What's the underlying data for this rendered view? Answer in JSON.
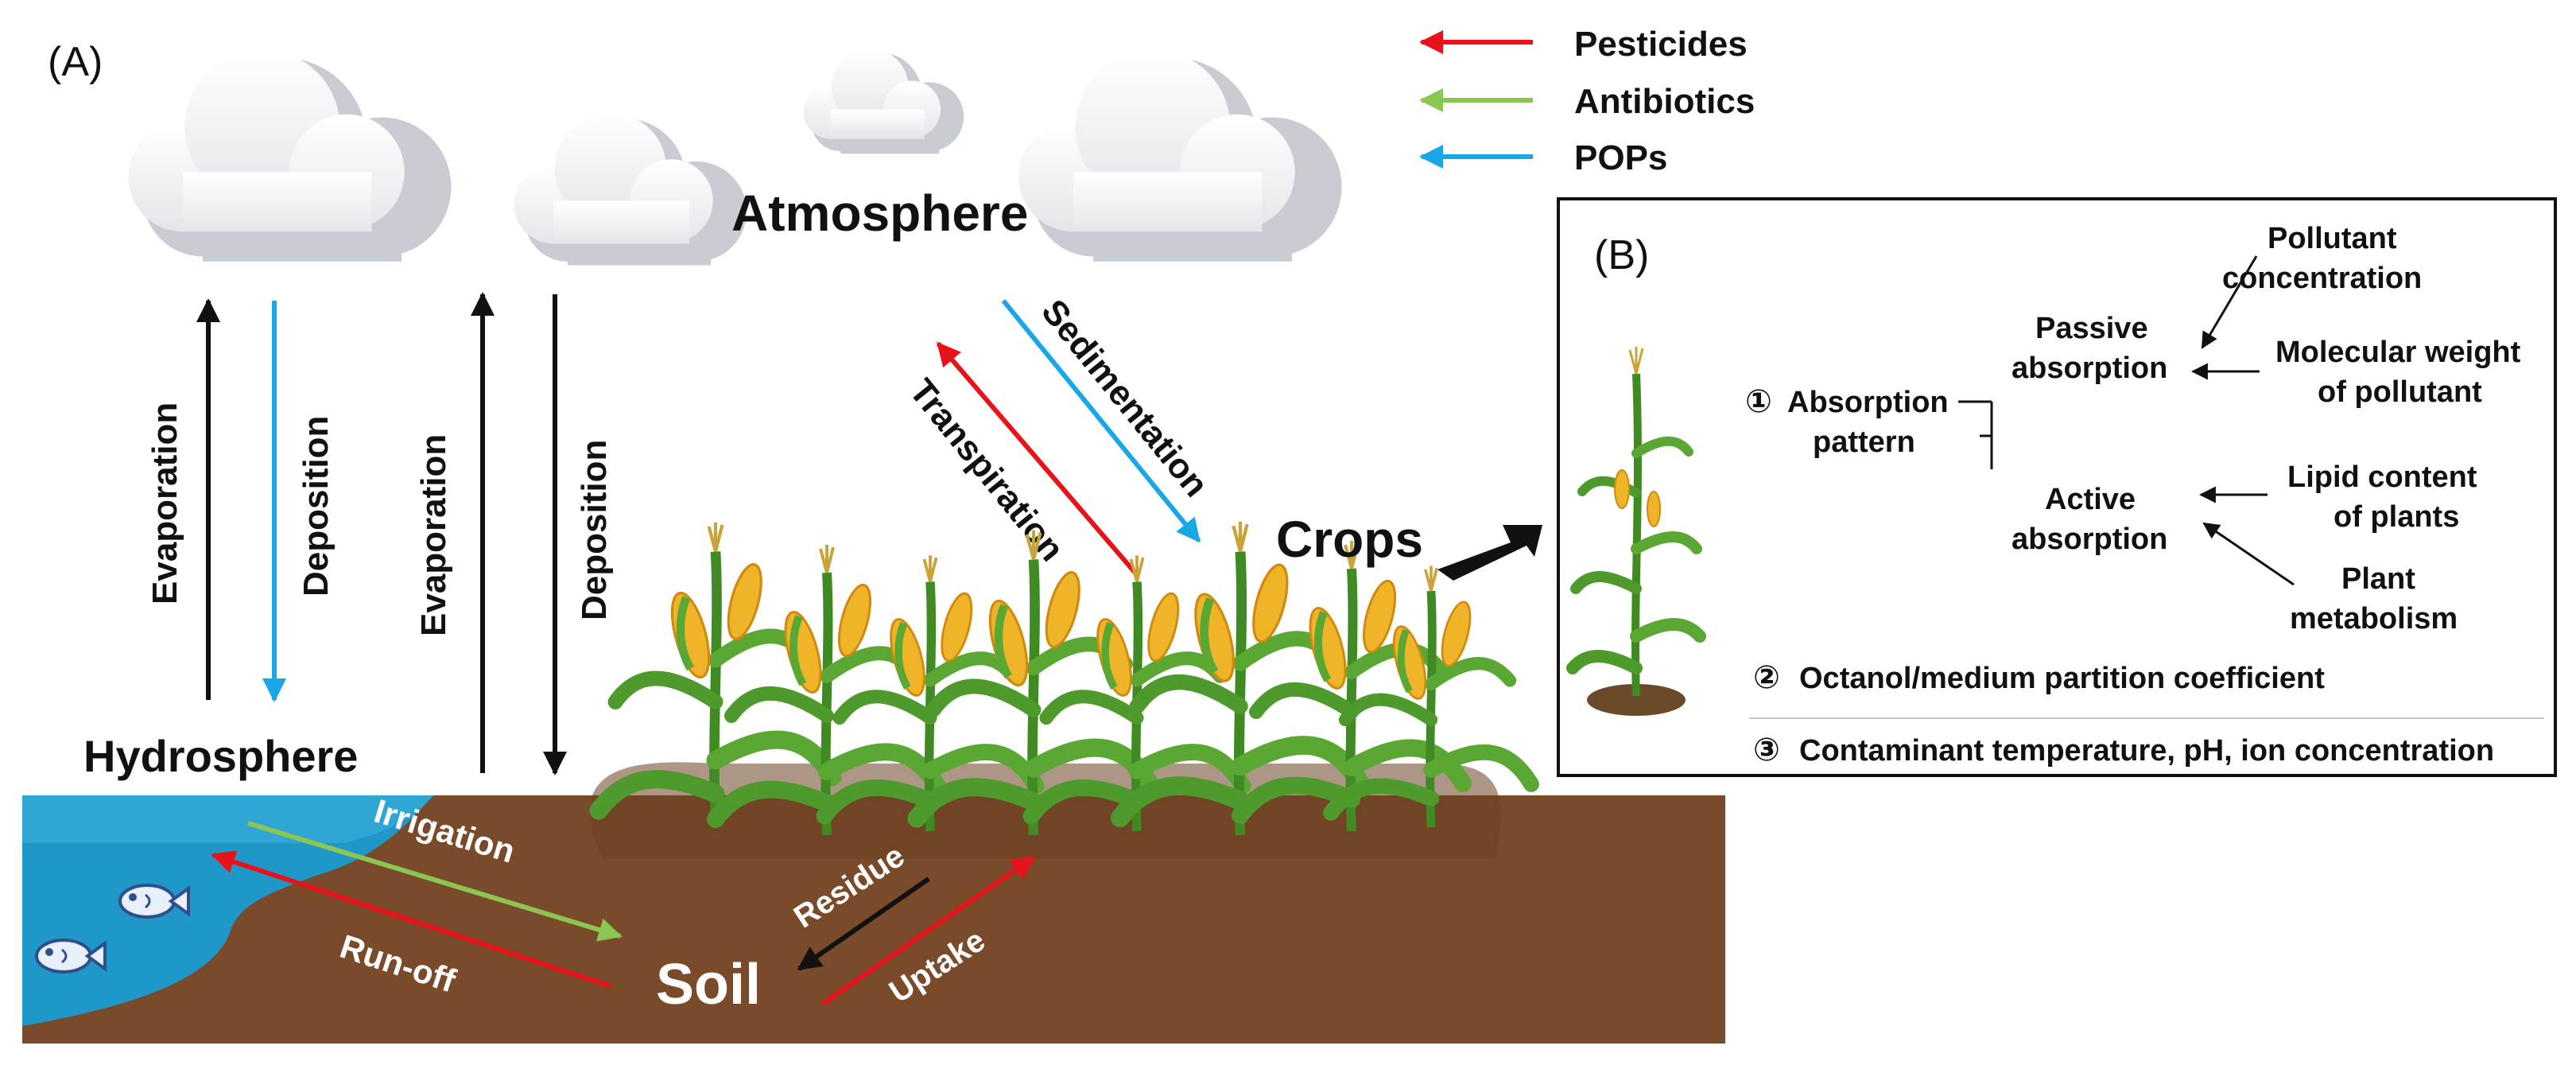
{
  "panel_a": {
    "label": "(A)",
    "atmosphere": "Atmosphere",
    "hydrosphere": "Hydrosphere",
    "soil": "Soil",
    "crops": "Crops",
    "flows": {
      "evaporation_1": "Evaporation",
      "deposition_1": "Deposition",
      "evaporation_2": "Evaporation",
      "deposition_2": "Deposition",
      "sedimentation": "Sedimentation",
      "transpiration": "Transpiration",
      "irrigation": "Irrigation",
      "run_off": "Run-off",
      "residue": "Residue",
      "uptake": "Uptake"
    }
  },
  "legend": [
    {
      "label": "Pesticides",
      "color": "#e8131a"
    },
    {
      "label": "Antibiotics",
      "color": "#8bc652"
    },
    {
      "label": "POPs",
      "color": "#1aa7e8"
    }
  ],
  "panel_b": {
    "label": "(B)",
    "factor_1_num": "①",
    "factor_1": [
      "Absorption",
      "pattern"
    ],
    "passive": [
      "Passive",
      "absorption"
    ],
    "active": [
      "Active",
      "absorption"
    ],
    "pollutant_concentration": [
      "Pollutant",
      "concentration"
    ],
    "molecular_weight": [
      "Molecular weight",
      "of pollutant"
    ],
    "lipid_content": [
      "Lipid content",
      "of plants"
    ],
    "plant_metabolism": [
      "Plant",
      "metabolism"
    ],
    "factor_2_num": "②",
    "factor_2": "Octanol/medium partition coefficient",
    "factor_3_num": "③",
    "factor_3": "Contaminant temperature, pH, ion concentration"
  },
  "colors": {
    "black_arrow": "#111111",
    "soil": "#7a4b2a",
    "water": "#1f97c9",
    "plant_leaf": "#4f9a2c",
    "corn": "#f0b428"
  }
}
